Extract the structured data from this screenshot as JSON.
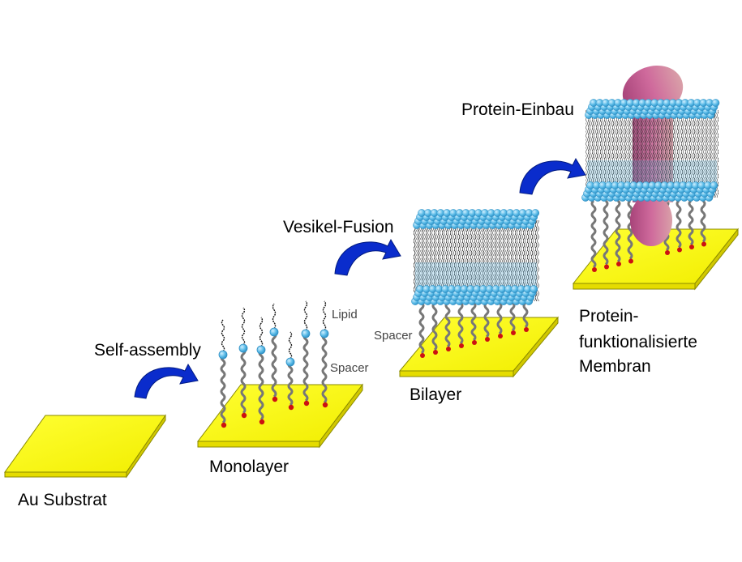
{
  "labels": {
    "au_substrat": "Au Substrat",
    "monolayer": "Monolayer",
    "bilayer": "Bilayer",
    "self_assembly": "Self-assembly",
    "vesikel_fusion": "Vesikel-Fusion",
    "protein_einbau": "Protein-Einbau",
    "protein_membran_line1": "Protein-",
    "protein_membran_line2": "funktionalisierte",
    "protein_membran_line3": "Membran",
    "lipid": "Lipid",
    "spacer_monolayer": "Spacer",
    "spacer_bilayer": "Spacer"
  },
  "colors": {
    "gold": "#ffff00",
    "gold_edge": "#8a8a00",
    "lipid_head": "#57b9e6",
    "arrow": "#0a2ccc",
    "protein": "#c0608f",
    "anchor": "#cc1111",
    "spacer_chain": "#777777"
  },
  "icons": [
    "curved-arrow-icon",
    "lipid-headgroup-icon",
    "anchor-dot-icon"
  ]
}
